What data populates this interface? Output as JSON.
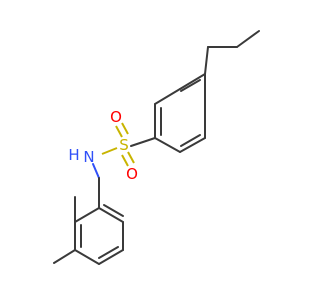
{
  "molecule": {
    "atoms": {
      "sulfur": "S",
      "oxygen_top": "O",
      "oxygen_bottom": "O",
      "nitrogen": "N",
      "hydrogen": "H"
    },
    "colors": {
      "bond": "#3a3a3a",
      "sulfur": "#c8b400",
      "oxygen": "#ff0000",
      "nitrogen": "#3050f8",
      "hydrogen": "#3050f8"
    }
  }
}
